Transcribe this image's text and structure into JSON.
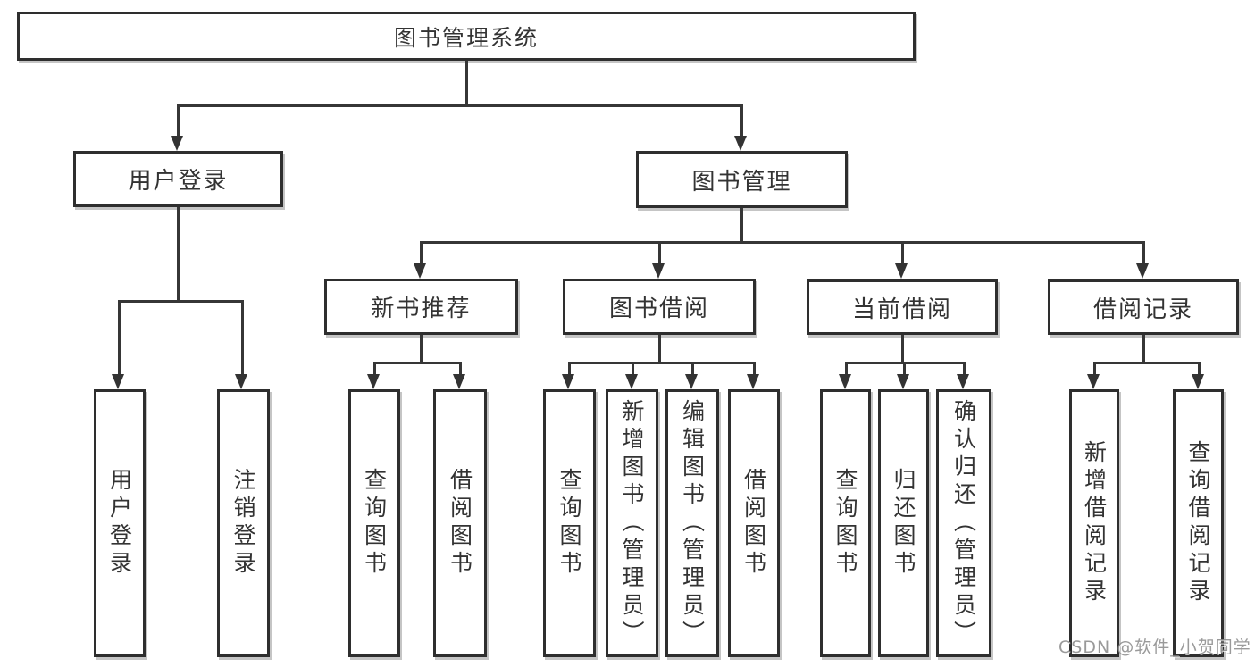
{
  "diagram": {
    "root": {
      "label": "图书管理系统"
    },
    "level2": [
      {
        "label": "用户登录"
      },
      {
        "label": "图书管理"
      }
    ],
    "level3": [
      {
        "label": "新书推荐"
      },
      {
        "label": "图书借阅"
      },
      {
        "label": "当前借阅"
      },
      {
        "label": "借阅记录"
      }
    ],
    "leaves": {
      "user_login": [
        {
          "label": "用户登录"
        },
        {
          "label": "注销登录"
        }
      ],
      "new_book": [
        {
          "label": "查询图书"
        },
        {
          "label": "借阅图书"
        }
      ],
      "book_borrow": [
        {
          "label": "查询图书"
        },
        {
          "label": "新增图书（管理员）"
        },
        {
          "label": "编辑图书（管理员）"
        },
        {
          "label": "借阅图书"
        }
      ],
      "current_borrow": [
        {
          "label": "查询图书"
        },
        {
          "label": "归还图书"
        },
        {
          "label": "确认归还（管理员）"
        }
      ],
      "borrow_records": [
        {
          "label": "新增借阅记录"
        },
        {
          "label": "查询借阅记录"
        }
      ]
    },
    "colors": {
      "line": "#363636",
      "border": "#2e2e2e",
      "text": "#333333",
      "background": "#ffffff",
      "watermark": "#8c8c8c"
    }
  },
  "watermark": {
    "text": "CSDN @软件_小贺同学"
  }
}
